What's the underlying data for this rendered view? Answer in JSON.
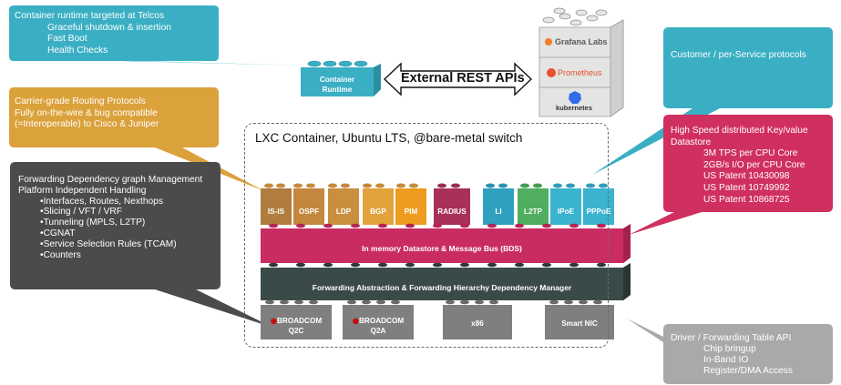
{
  "callouts": {
    "telco": {
      "title": "Container runtime targeted at Telcos",
      "items": [
        "Graceful shutdown & insertion",
        "Fast Boot",
        "Health Checks"
      ],
      "color": "#3aafc4"
    },
    "routing": {
      "lines": [
        "Carrier-grade Routing Protocols",
        "Fully on-the-wire & bug compatible",
        "(=Interoperable) to Cisco & Juniper"
      ],
      "color": "#dba13b"
    },
    "forwarding": {
      "lines": [
        "Forwarding Dependency graph Management",
        "Platform Independent Handling"
      ],
      "items": [
        "•Interfaces, Routes, Nexthops",
        "•Slicing / VFT /  VRF",
        "•Tunneling (MPLS, L2TP)",
        "•CGNAT",
        "•Service Selection Rules  (TCAM)",
        "•Counters"
      ],
      "color": "#4b4b4b"
    },
    "customer": {
      "title": "Customer / per-Service protocols",
      "color": "#3aafc4"
    },
    "kv": {
      "lines": [
        "High Speed distributed Key/value",
        "Datastore"
      ],
      "items": [
        "3M TPS per CPU Core",
        "2GB/s I/O per CPU Core",
        "US Patent 10430098",
        "US Patent 10749992",
        "US Patent 10868725"
      ],
      "color": "#d0305f"
    },
    "driver": {
      "title": "Driver / Forwarding Table API",
      "items": [
        "Chip bringup",
        "In-Band IO",
        "Register/DMA Access"
      ],
      "color": "#a9a9a9"
    }
  },
  "container_runtime": {
    "label_1": "Container",
    "label_2": "Runtime"
  },
  "rest_api_label": "External REST APIs",
  "stack_logos": {
    "grafana": "Grafana Labs",
    "prometheus": "Prometheus",
    "kubernetes": "kubernetes"
  },
  "frame_title": "LXC Container, Ubuntu LTS, @bare-metal switch",
  "protocols_left": [
    {
      "label": "IS-IS",
      "color": "#b07d3e"
    },
    {
      "label": "OSPF",
      "color": "#c4873e"
    },
    {
      "label": "LDP",
      "color": "#c98f3e"
    },
    {
      "label": "BGP",
      "color": "#e2a23c"
    },
    {
      "label": "PIM",
      "color": "#ed9c1f"
    }
  ],
  "protocols_right": [
    {
      "label": "RADIUS",
      "color": "#a8305a"
    },
    {
      "label": "LI",
      "color": "#2fa0bf"
    },
    {
      "label": "L2TP",
      "color": "#4fae5f"
    },
    {
      "label": "IPoE",
      "color": "#3ab3cf"
    },
    {
      "label": "PPPoE",
      "color": "#3ab3cf"
    }
  ],
  "bds_label": "In memory Datastore & Message Bus (BDS)",
  "fwd_label": "Forwarding Abstraction & Forwarding Hierarchy Dependency Manager",
  "hardware": [
    {
      "brand": "BROADCOM",
      "label": "Q2C"
    },
    {
      "brand": "BROADCOM",
      "label": "Q2A"
    },
    {
      "brand": "",
      "label": "x86"
    },
    {
      "brand": "",
      "label": "Smart NIC"
    }
  ],
  "colors": {
    "bds": "#c92c62",
    "forwarding_layer": "#3a4a48",
    "hardware": "#7f7f7f",
    "runtime": "#3aafc4",
    "grey_brick": "#d8d8d8"
  }
}
